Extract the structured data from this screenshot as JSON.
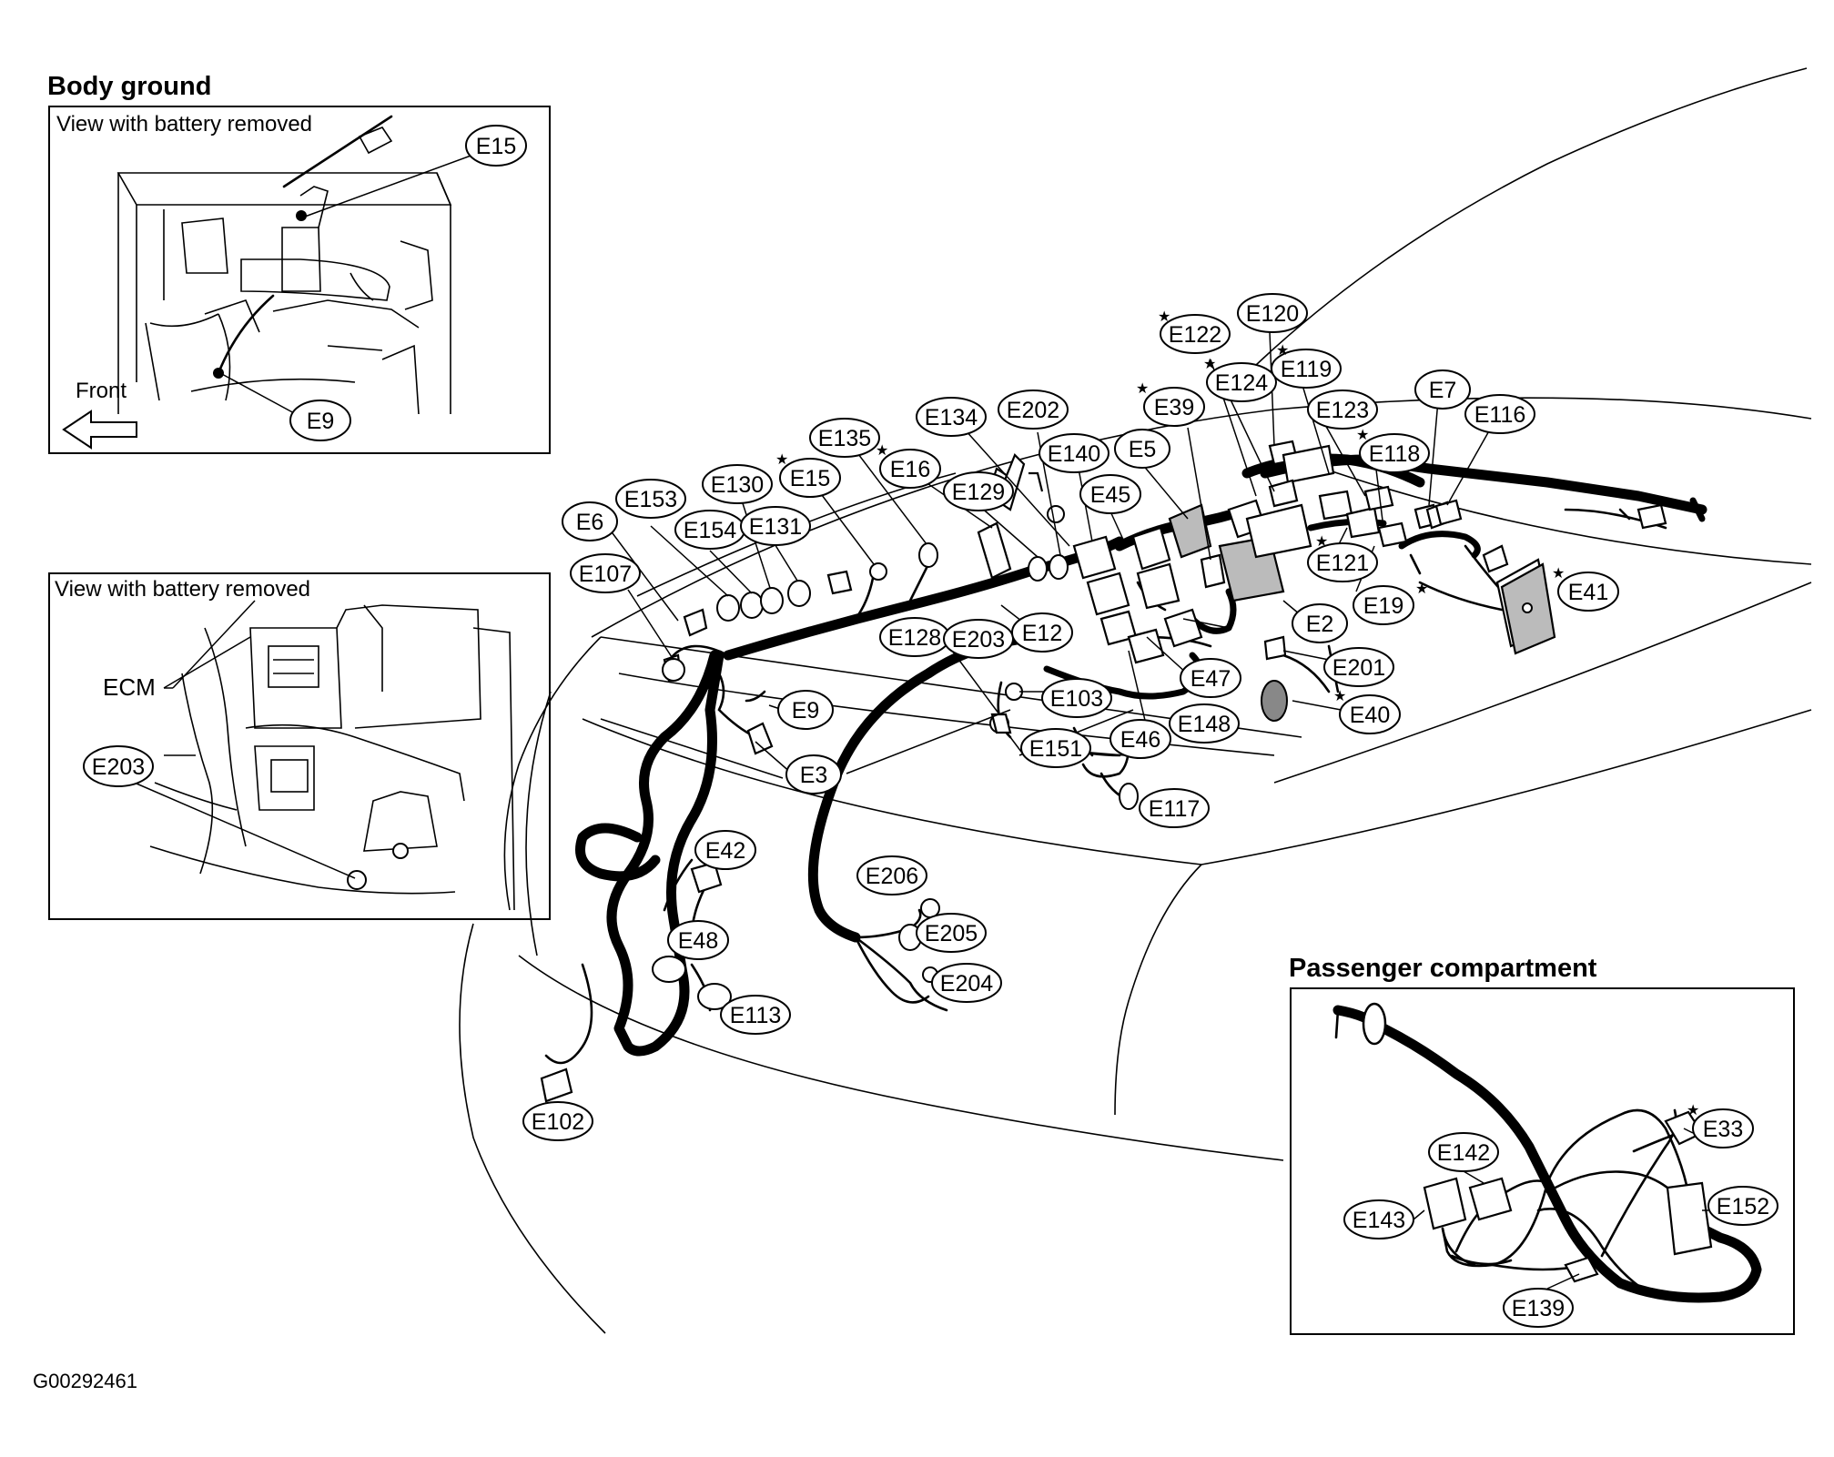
{
  "headings": {
    "body_ground": "Body ground",
    "passenger_compartment": "Passenger compartment"
  },
  "captions": {
    "view1": "View with battery removed",
    "view2": "View with battery removed",
    "front": "Front",
    "ecm": "ECM"
  },
  "figure_id": "G00292461",
  "connectors": {
    "e15_inset": "E15",
    "e9_inset": "E9",
    "e203_inset": "E203",
    "e122": "E122",
    "e120": "E120",
    "e124": "E124",
    "e119": "E119",
    "e39": "E39",
    "e123": "E123",
    "e7": "E7",
    "e116": "E116",
    "e134": "E134",
    "e202": "E202",
    "e5": "E5",
    "e118": "E118",
    "e135": "E135",
    "e140": "E140",
    "e130": "E130",
    "e15": "E15",
    "e16": "E16",
    "e153": "E153",
    "e129": "E129",
    "e45": "E45",
    "e6": "E6",
    "e154": "E154",
    "e131": "E131",
    "e121": "E121",
    "e107": "E107",
    "e19": "E19",
    "e41": "E41",
    "e128": "E128",
    "e203": "E203",
    "e12": "E12",
    "e2": "E2",
    "e201": "E201",
    "e47": "E47",
    "e103": "E103",
    "e9": "E9",
    "e40": "E40",
    "e148": "E148",
    "e46": "E46",
    "e151": "E151",
    "e3": "E3",
    "e117": "E117",
    "e42": "E42",
    "e206": "E206",
    "e48": "E48",
    "e205": "E205",
    "e204": "E204",
    "e113": "E113",
    "e102": "E102",
    "e33": "E33",
    "e142": "E142",
    "e152": "E152",
    "e143": "E143",
    "e139": "E139"
  },
  "star_marker": "★"
}
